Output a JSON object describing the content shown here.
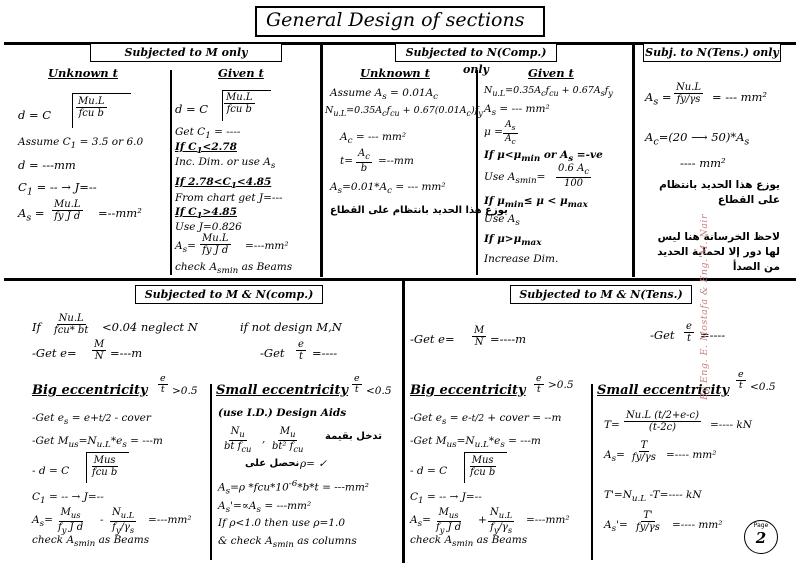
{
  "title": "General Design of sections",
  "sections": {
    "m_only": "Subjected to M only",
    "n_comp_only": "Subjected to N(Comp.) only",
    "n_tens_only": "Subj. to N(Tens.) only",
    "m_n_comp": "Subjected to M & N(comp.)",
    "m_n_tens": "Subjected to M & N(Tens.)"
  },
  "m_only": {
    "unknown_t": "Unknown t",
    "given_t": "Given t",
    "d_eq_lhs": "d = C",
    "frac_num": "Mu.L",
    "frac_den": "fcu b",
    "assume_c1": "Assume C",
    "assume_c1_val": " = 3.5 or 6.0",
    "d_mm": "d = ---mm",
    "c1_j": "C",
    "c1_j_rest": " = --  →        J=--",
    "as_lhs": "A",
    "as_num": "Mu.L",
    "as_den": "fy J d",
    "as_rest": "=--mm²",
    "given_d": "d = C",
    "given_num": "Mu.L",
    "given_den": "fcu b",
    "get_c1": "Get  C",
    "get_c1_rest": " = ----",
    "if_c1_lt": "If C",
    "if_c1_lt_rest": "<2.78",
    "inc_dim": "Inc. Dim. or use A",
    "if_range": "If 2.78<C",
    "if_range_rest": "<4.85",
    "from_chart": "From chart get J=---",
    "if_c1_gt": "If C",
    "if_c1_gt_rest": ">4.85",
    "use_j": "Use J=0.826",
    "as2_lhs": "A",
    "as2_num": "Mu.L",
    "as2_den": "fy J d",
    "as2_rest": "=---mm²",
    "check": "check A",
    "check_sub": "smin",
    "check_rest": "  as Beams"
  },
  "n_comp_only": {
    "unknown_t": "Unknown t",
    "given_t": "Given t",
    "assume_as": "Assume  A",
    "assume_as_rest": " = 0.01A",
    "nul_eq": "N",
    "nul_eq_rest": "=0.35A",
    "nul_eq_rest2": "f",
    "nul_eq_rest3": " + 0.67(0.01A",
    "nul_eq_rest4": ")f",
    "ac_eq": "A",
    "ac_eq_rest": " = --- mm²",
    "t_eq": "t=",
    "t_num": "A",
    "t_den": "b",
    "t_rest": "=--mm",
    "as_eq": "A",
    "as_eq_rest": "=0.01*A",
    "as_eq_rest2": " = --- mm²",
    "arabic1": "يوزع هذا الحديد بانتظام على القطاع",
    "g_nul": "N",
    "g_nul_rest": "=0.35A",
    "g_nul_rest2": "f",
    "g_nul_rest3": " + 0.67A",
    "g_nul_rest4": "f",
    "g_as": "A",
    "g_as_rest": " = --- mm²",
    "mu_eq": "μ =",
    "mu_num": "A",
    "mu_den": "A",
    "if_mu_min": "If μ<μ",
    "if_mu_min_sub": "min",
    "if_mu_min_rest": "   or A",
    "if_mu_min_rest2": " =-ve",
    "use_as_min": "Use  A",
    "use_as_min_sub": "smin",
    "use_as_min_rest": "=",
    "use_frac_num": "0.6",
    "use_frac_num_b": "A",
    "use_frac_den": "100",
    "if_mu_range": "If μ",
    "if_mu_range_sub": "min",
    "if_mu_range_rest": "≤ μ < μ",
    "if_mu_range_sub2": "max",
    "use_as": "Use A",
    "if_mu_max": "If μ>μ",
    "if_mu_max_sub": "max",
    "increase": "Increase Dim."
  },
  "n_tens_only": {
    "as_lhs": "A",
    "as_num": "Nu.L",
    "as_den": "fy/γs",
    "as_rest": "= ---  mm²",
    "ac_eq": "A",
    "ac_rest": "=(20 ⟶ 50)*A",
    "dash_mm": "---- mm²",
    "arabic1": "يوزع هذا الحديد بانتظام على القطاع",
    "arabic2": "لاحظ الخرسانة هنا ليس لها دور إلا لحماية الحديد من الصدأ"
  },
  "m_n_comp": {
    "if_lhs": "If",
    "if_num": "Nu.L",
    "if_den": "fcu* bt",
    "if_rest": "<0.04 neglect N",
    "if_not": "if not design M,N",
    "get_e": "-Get  e=",
    "get_e_num": "M",
    "get_e_den": "N",
    "get_e_rest": "=---m",
    "get_et": "-Get",
    "get_et_num": "e",
    "get_et_den": "t",
    "get_et_rest": "=----",
    "big_ecc": "Big eccentricity",
    "big_cond": ">0.5",
    "big_1": "-Get   e",
    "big_1_rest": " = e+",
    "big_1_rest2": " - cover",
    "big_2": "-Get    M",
    "big_2_rest": "=N",
    "big_2_rest2": "*e",
    "big_2_rest3": " = ---m",
    "big_3": "- d = C",
    "big_3_num": "Mus",
    "big_3_den": "fcu b",
    "big_4": "C",
    "big_4_rest": " = --  →         J=--",
    "big_5": "A",
    "big_5_rest": "=---mm²",
    "big_check": "check A",
    "big_check_sub": "smin",
    "big_check_rest": "   as Beams",
    "small_ecc": "Small eccentricity",
    "small_cond": "<0.5",
    "small_1": "(use I.D.) Design Aids",
    "small_2_ar": "تدخل بقيمة",
    "small_3_ar": "نحصل على",
    "small_3_rest": "ρ= ✓",
    "small_4": "A",
    "small_4_rest": "=ρ *fcu*10",
    "small_4_rest2": "*b*t  = ---mm²",
    "small_5": "A",
    "small_5_rest": "=∝A",
    "small_5_rest2": " = ---mm²",
    "small_6": "If ρ<1.0  then use ρ=1.0",
    "small_7": "& check A",
    "small_7_sub": "smin",
    "small_7_rest": "  as columns"
  },
  "m_n_tens": {
    "get_e": "-Get  e=",
    "get_e_num": "M",
    "get_e_den": "N",
    "get_e_rest": "=----m",
    "get_et": "-Get",
    "get_et_num": "e",
    "get_et_den": "t",
    "get_et_rest": "=----",
    "big_ecc": "Big eccentricity",
    "big_cond": ">0.5",
    "big_1": "-Get    e",
    "big_1_rest": " = e-",
    "big_1_rest2": " + cover = --m",
    "big_2": "-Get    M",
    "big_2_rest": "=N",
    "big_2_rest2": "*e",
    "big_2_rest3": " = ---m",
    "big_3": "- d = C",
    "big_3_num": "Mus",
    "big_3_den": "fcu b",
    "big_4": "C",
    "big_4_rest": " = --  →         J=--",
    "big_5": "A",
    "big_5_rest": "=---mm²",
    "big_check": "check A",
    "big_check_sub": "smin",
    "big_check_rest": "   as Beams",
    "small_ecc": "Small eccentricity",
    "small_cond": "<0.5",
    "small_t": "T=",
    "small_t_num": "Nu.L (t/2+e-c)",
    "small_t_den": "(t-2c)",
    "small_t_rest": "=----  kN",
    "small_as": "A",
    "small_as_num": "T",
    "small_as_den": "fy/γs",
    "small_as_rest": "=----  mm²",
    "small_tp": "T'=N",
    "small_tp_rest": " -T=----  kN",
    "small_asp": "A",
    "small_asp_num": "T'",
    "small_asp_den": "fy/γs",
    "small_asp_rest": "=----  mm²"
  },
  "watermark": "By Eng. E. Mostafa & Eng. M. Nair",
  "page_label": "Page",
  "page_number": "2"
}
